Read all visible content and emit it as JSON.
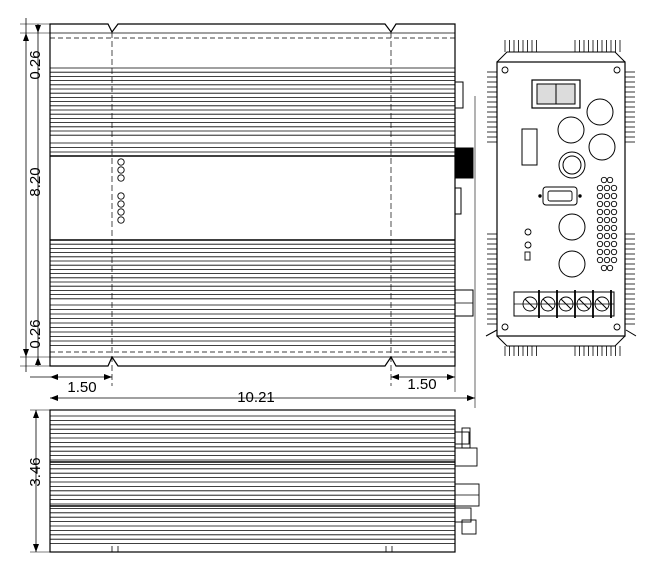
{
  "dimensions": {
    "top_margin": "0.26",
    "height": "8.20",
    "bottom_margin": "0.26",
    "left_offset": "1.50",
    "right_offset": "1.50",
    "length": "10.21",
    "side_height": "3.46"
  },
  "colors": {
    "line": "#000000",
    "background": "#ffffff",
    "shade": "#dcdcdc"
  },
  "parts": {
    "top_view_fins": 30,
    "end_view_terminals": 5,
    "vent_holes": 40
  }
}
